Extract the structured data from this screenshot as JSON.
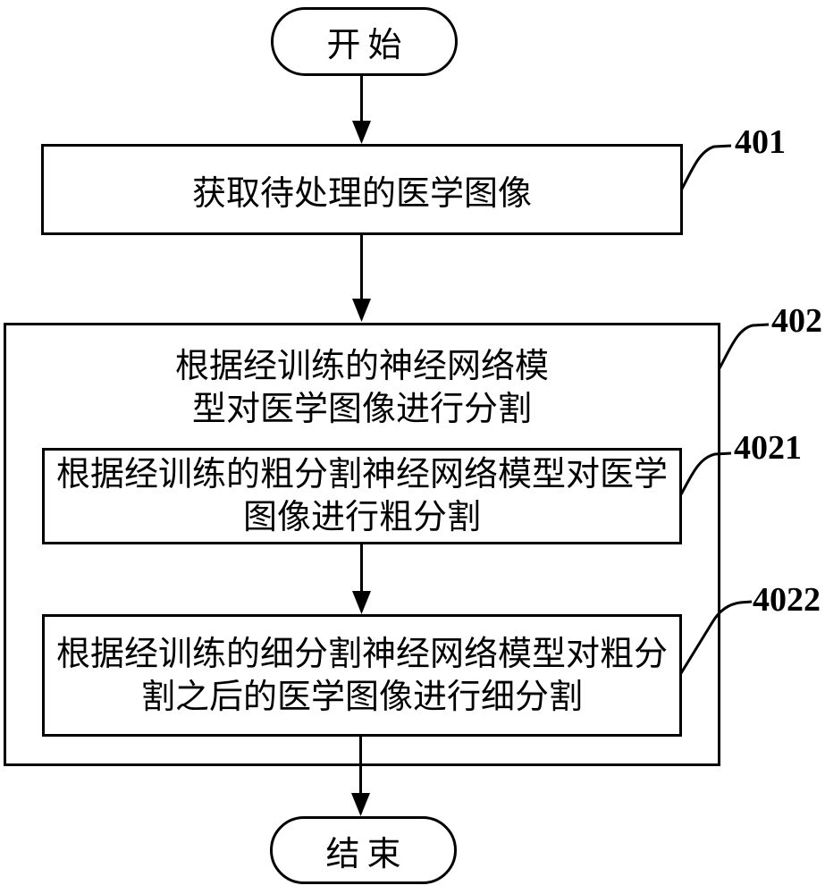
{
  "figure": {
    "start_label": "开始",
    "end_label": "结束",
    "step_401": {
      "ref": "401",
      "text": "获取待处理的医学图像"
    },
    "step_402": {
      "ref": "402",
      "text_line1": "根据经训练的神经网络模",
      "text_line2": "型对医学图像进行分割"
    },
    "step_4021": {
      "ref": "4021",
      "text_line1": "根据经训练的粗分割神经网络模型对医学",
      "text_line2": "图像进行粗分割"
    },
    "step_4022": {
      "ref": "4022",
      "text_line1": "根据经训练的细分割神经网络模型对粗分",
      "text_line2": "割之后的医学图像进行细分割"
    },
    "colors": {
      "line": "#000000",
      "background": "#ffffff",
      "text": "#000000"
    }
  }
}
